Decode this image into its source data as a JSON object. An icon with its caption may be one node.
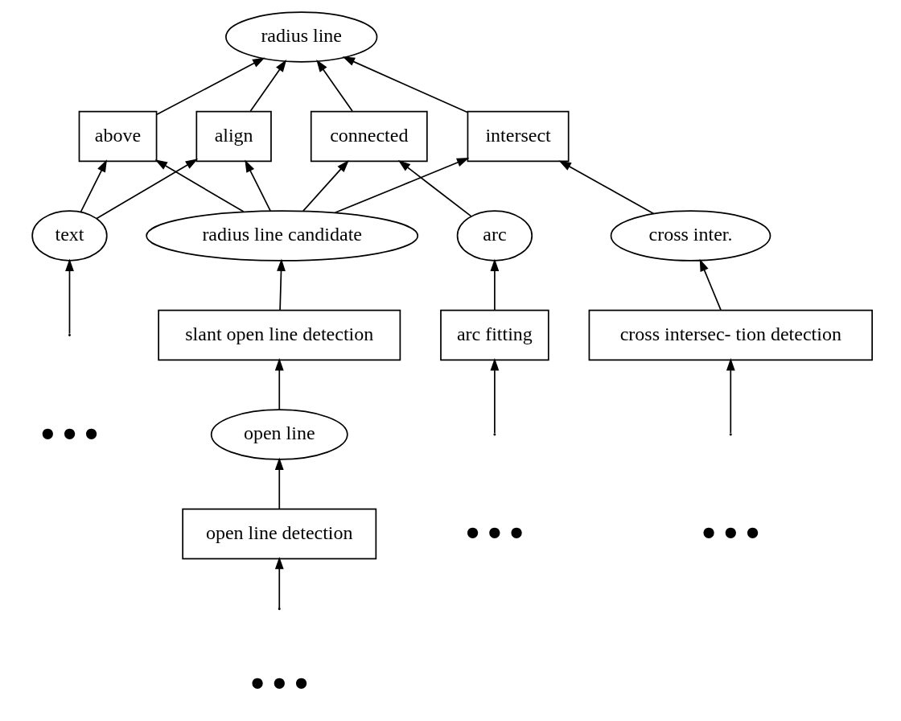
{
  "diagram": {
    "nodes": [
      {
        "text": [
          "radius line"
        ]
      },
      {
        "text": [
          "above"
        ]
      },
      {
        "text": [
          "align"
        ]
      },
      {
        "text": [
          "connected"
        ]
      },
      {
        "text": [
          "intersect"
        ]
      },
      {
        "text": [
          "radius line candidate"
        ]
      },
      {
        "text": [
          "text"
        ]
      },
      {
        "text": [
          "slant open line detection"
        ]
      },
      {
        "text": [
          "arc"
        ]
      },
      {
        "text": [
          "cross inter."
        ]
      },
      {
        "text": [
          "open line"
        ]
      },
      {
        "text": [
          "open line detection"
        ]
      },
      {
        "text": [
          "arc fitting"
        ]
      },
      {
        "text": [
          "cross intersec- tion detection"
        ]
      }
    ],
    "edges": [
      {
        "from": 1,
        "to": 0,
        "arrow": "to"
      },
      {
        "from": 2,
        "to": 0,
        "arrow": "to"
      },
      {
        "from": 3,
        "to": 0,
        "arrow": "to"
      },
      {
        "from": 4,
        "to": 0,
        "arrow": "to"
      },
      {
        "from": 5,
        "to": 1,
        "arrow": "to"
      },
      {
        "from": 5,
        "to": 2,
        "arrow": "to"
      },
      {
        "from": 5,
        "to": 3,
        "arrow": "to"
      },
      {
        "from": 5,
        "to": 4,
        "arrow": "to"
      },
      {
        "from": 6,
        "to": 1,
        "arrow": "to"
      },
      {
        "from": 6,
        "to": 2,
        "arrow": "to"
      },
      {
        "from": 7,
        "to": 5,
        "arrow": "to"
      },
      {
        "from": 8,
        "to": 3,
        "arrow": "to"
      },
      {
        "from": 9,
        "to": 4,
        "arrow": "to"
      },
      {
        "from": 10,
        "to": 7,
        "arrow": "to"
      },
      {
        "from": 11,
        "to": 10,
        "arrow": "to"
      },
      {
        "from": 12,
        "to": 8,
        "arrow": "to"
      },
      {
        "from": 13,
        "to": 9,
        "arrow": "to"
      },
      {
        "from": null,
        "to": 6,
        "arrow": "to"
      },
      {
        "from": null,
        "to": 11,
        "arrow": "to"
      },
      {
        "from": null,
        "to": 12,
        "arrow": "to"
      },
      {
        "from": null,
        "to": 13,
        "arrow": "to"
      }
    ],
    "labels": [
      "● ● ●",
      "● ● ●",
      "● ● ●",
      "● ● ●"
    ]
  }
}
